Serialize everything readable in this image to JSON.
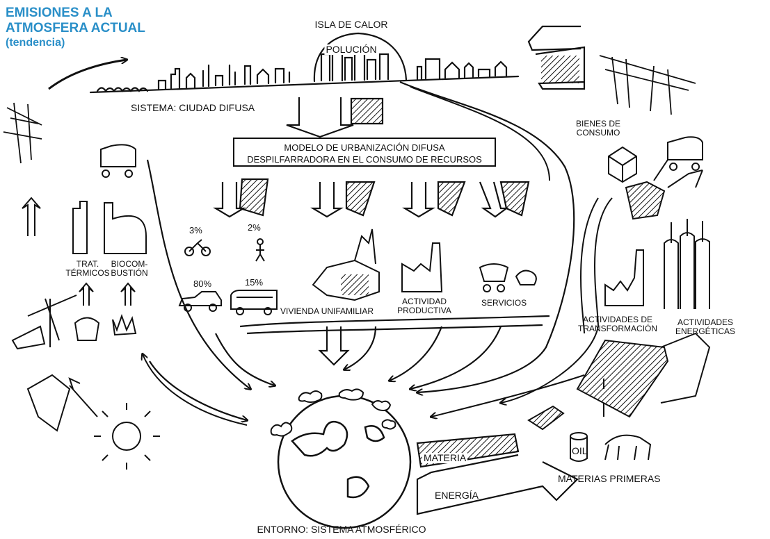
{
  "title": {
    "line1": "EMISIONES A LA",
    "line2": "ATMOSFERA ACTUAL",
    "line3": "(tendencia)",
    "color": "#2a8fc8"
  },
  "labels": {
    "isla_de_calor": "ISLA DE CALOR",
    "polucion": "POLUCIÓN",
    "sistema": "SISTEMA: CIUDAD DIFUSA",
    "modelo_line1": "MODELO DE URBANIZACIÓN DIFUSA",
    "modelo_line2": "DESPILFARRADORA EN EL CONSUMO DE RECURSOS",
    "bienes_line1": "BIENES DE",
    "bienes_line2": "CONSUMO",
    "pct_bici": "3%",
    "pct_peaton": "2%",
    "pct_coche": "80%",
    "pct_bus": "15%",
    "trat_line1": "TRAT.",
    "trat_line2": "TÉRMICOS",
    "biocom_line1": "BIOCOM-",
    "biocom_line2": "BUSTIÓN",
    "vivienda": "VIVIENDA UNIFAMILIAR",
    "actividad_line1": "ACTIVIDAD",
    "actividad_line2": "PRODUCTIVA",
    "servicios": "SERVICIOS",
    "transf_line1": "ACTIVIDADES DE",
    "transf_line2": "TRANSFORMACIÓN",
    "energ_line1": "ACTIVIDADES",
    "energ_line2": "ENERGÉTICAS",
    "materia": "MATERIA",
    "oil": "OIL",
    "materias_primeras": "MATERIAS PRIMERAS",
    "energia": "ENERGÍA",
    "entorno": "ENTORNO: SISTEMA ATMOSFÉRICO"
  }
}
